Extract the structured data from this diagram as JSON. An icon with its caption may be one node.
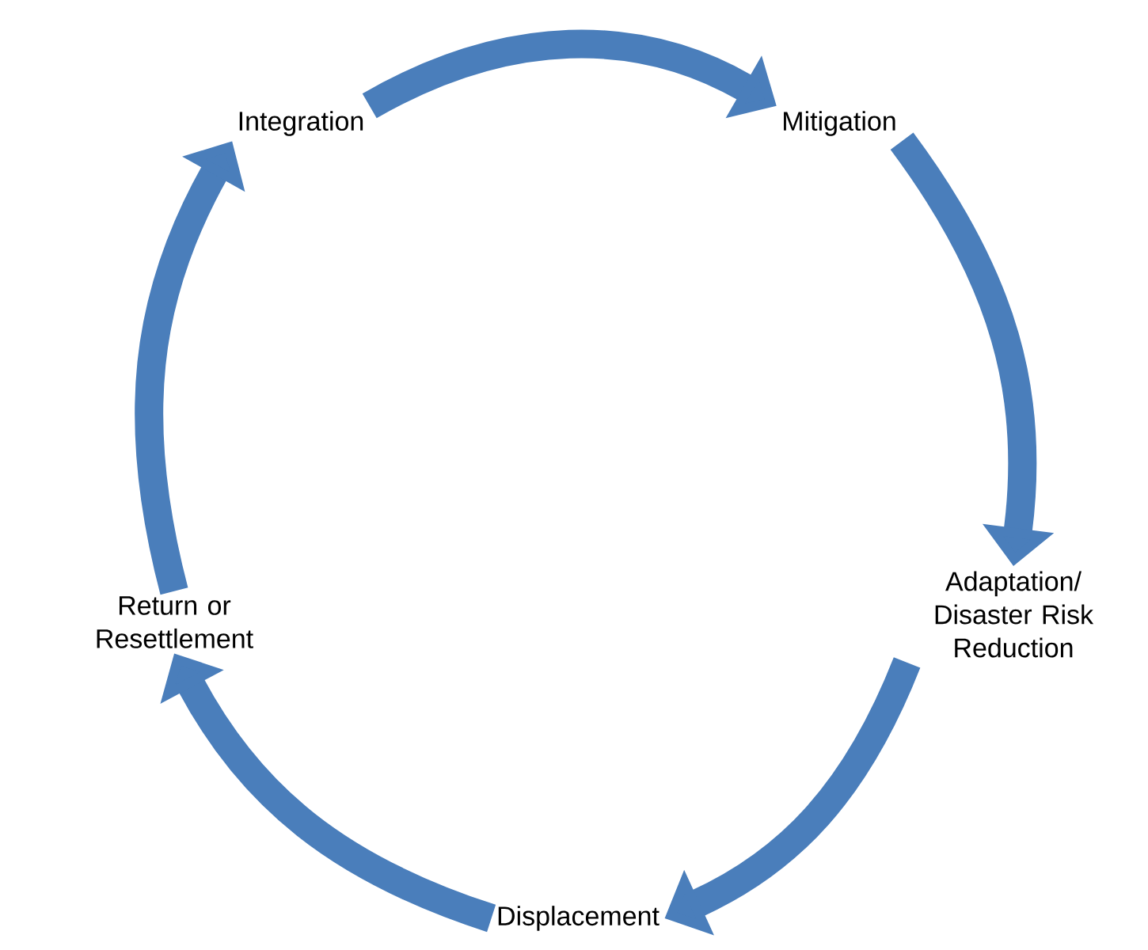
{
  "diagram": {
    "nodes": [
      {
        "text": [
          "Integration"
        ]
      },
      {
        "text": [
          "Mitigation"
        ]
      },
      {
        "text": [
          "Adaptation/ Disaster Risk Reduction"
        ]
      },
      {
        "text": [
          "Displacement"
        ]
      },
      {
        "text": [
          "Return or Resettlement"
        ]
      }
    ],
    "edges": [
      {
        "from": 0,
        "to": 1,
        "arrow": "to"
      },
      {
        "from": 1,
        "to": 2,
        "arrow": "to"
      },
      {
        "from": 2,
        "to": 3,
        "arrow": "to"
      },
      {
        "from": 3,
        "to": 4,
        "arrow": "to"
      },
      {
        "from": 4,
        "to": 0,
        "arrow": "to"
      }
    ]
  }
}
